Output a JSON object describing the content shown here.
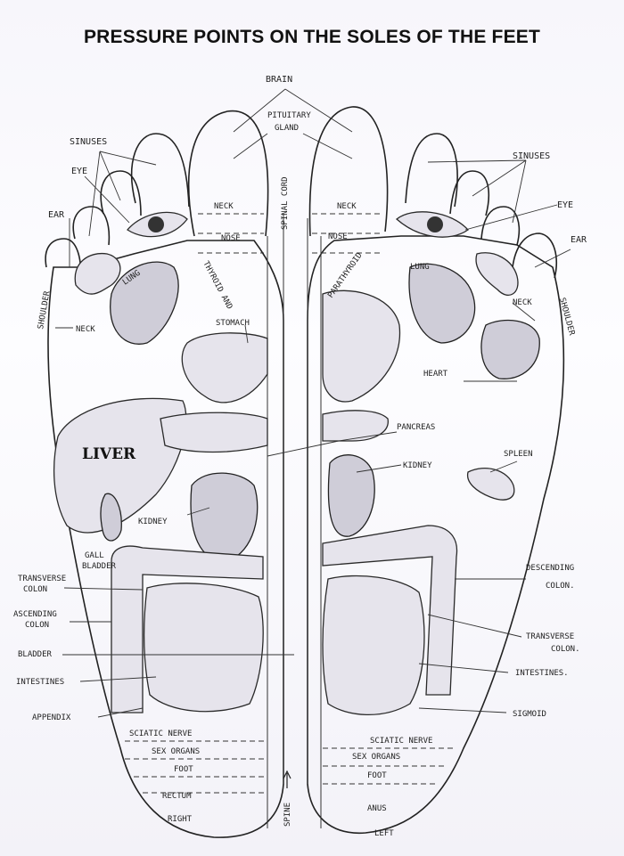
{
  "title": "PRESSURE POINTS ON THE SOLES OF THE FEET",
  "labels": {
    "brain": "BRAIN",
    "pituitary": "PITUITARY",
    "gland": "GLAND",
    "sinuses_right": "SINUSES",
    "eye_right": "EYE",
    "ear_right": "EAR",
    "sinuses_left": "SINUSES",
    "eye_left": "EYE",
    "ear_left": "EAR",
    "neck_right": "NECK",
    "nose_right": "NOSE",
    "neck_left": "NECK",
    "nose_left": "NOSE",
    "thyroid": "THYROID AND",
    "parathyroid": "PARATHYROID",
    "spinal_cord": "SPINAL CORD",
    "lung_left": "LUNG",
    "lung_right": "LUNG",
    "shoulder_right": "SHOULDER",
    "shoulder_left": "SHOULDER",
    "neck_right_side": "NECK",
    "neck_left_side": "NECK",
    "stomach": "STOMACH",
    "heart": "HEART",
    "liver": "LIVER",
    "pancreas": "PANCREAS",
    "kidney_left": "KIDNEY",
    "spleen": "SPLEEN",
    "kidney_right": "KIDNEY",
    "gall": "GALL",
    "bladder_gall": "BLADDER",
    "transverse_right": "TRANSVERSE",
    "colon_right_1": "COLON",
    "ascending": "ASCENDING",
    "colon_right_2": "COLON",
    "bladder": "BLADDER",
    "intestines_right": "INTESTINES",
    "appendix": "APPENDIX",
    "descending": "DESCENDING",
    "colon_left_1": "COLON.",
    "transverse_left": "TRANSVERSE",
    "colon_left_2": "COLON.",
    "intestines_left": "INTESTINES.",
    "sigmoid": "SIGMOID",
    "sciatic_right": "SCIATIC NERVE",
    "sex_right": "SEX ORGANS",
    "foot_right": "FOOT",
    "rectum": "RECTUM",
    "right": "RIGHT",
    "sciatic_left": "SCIATIC NERVE",
    "sex_left": "SEX ORGANS",
    "foot_left": "FOOT",
    "anus": "ANUS",
    "left": "LEFT",
    "spine": "SPINE"
  }
}
